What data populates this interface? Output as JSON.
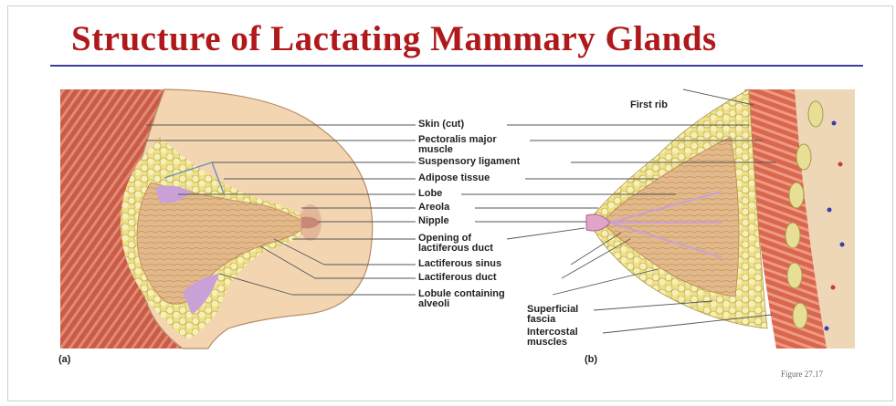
{
  "title": "Structure of Lactating Mammary Glands",
  "labels": {
    "skin": "Skin (cut)",
    "pectoralis": [
      "Pectoralis major",
      "muscle"
    ],
    "suspensory": "Suspensory ligament",
    "adipose": "Adipose tissue",
    "lobe": "Lobe",
    "areola": "Areola",
    "nipple": "Nipple",
    "opening": [
      "Opening of",
      "lactiferous duct"
    ],
    "sinus": "Lactiferous sinus",
    "duct": "Lactiferous duct",
    "lobule": [
      "Lobule containing",
      "alveoli"
    ],
    "first_rib": "First rib",
    "superficial": [
      "Superficial",
      "fascia"
    ],
    "intercostal": [
      "Intercostal",
      "muscles"
    ]
  },
  "figure_labels": {
    "a": "(a)",
    "b": "(b)"
  },
  "credit": "Figure 27.17"
}
